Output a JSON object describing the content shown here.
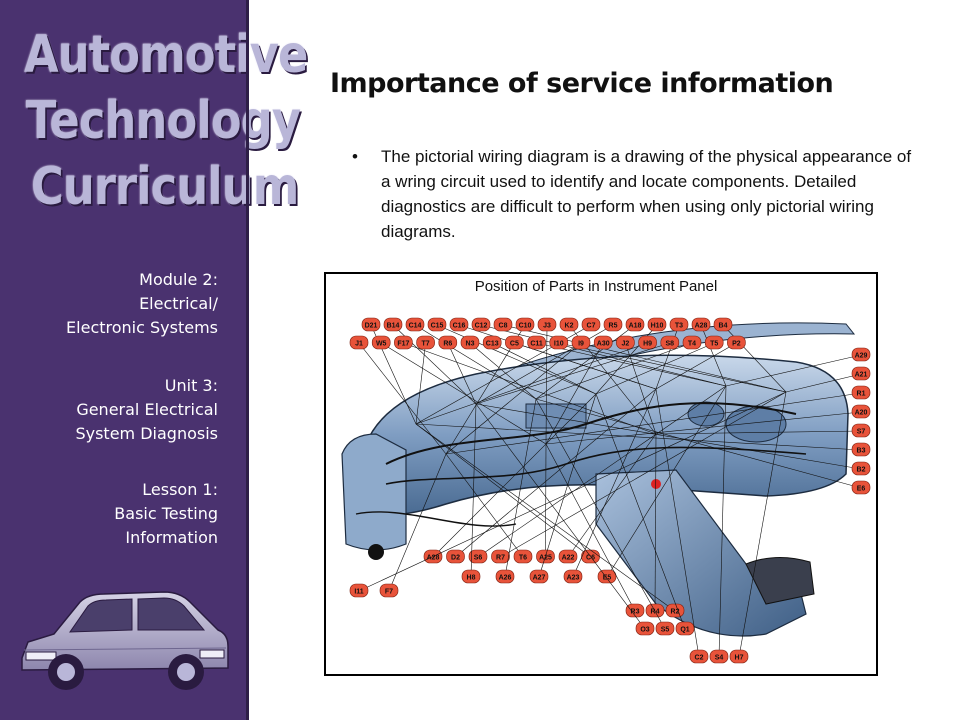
{
  "sidebar": {
    "brand_lines": [
      "Automotive",
      "Technology",
      "Curriculum"
    ],
    "module": {
      "label": "Module 2:",
      "lines": [
        "Electrical/",
        "Electronic Systems"
      ]
    },
    "unit": {
      "label": "Unit 3:",
      "lines": [
        "General Electrical",
        "System Diagnosis"
      ]
    },
    "lesson": {
      "label": "Lesson 1:",
      "lines": [
        "Basic Testing",
        "Information"
      ]
    }
  },
  "main": {
    "title": "Importance of service information",
    "bullet": "The pictorial wiring diagram is a drawing of the physical appearance of a wring circuit used to identify and locate components. Detailed diagnostics are difficult to perform when using only pictorial wiring diagrams.",
    "figure": {
      "title": "Position of Parts in Instrument Panel",
      "tag_color": "#e8533a",
      "top_row_1": [
        "D21",
        "B14",
        "C14",
        "C15",
        "C16",
        "C12",
        "C8",
        "C10",
        "J3",
        "K2",
        "C7",
        "R5",
        "A18",
        "H10",
        "T3",
        "A28",
        "B4"
      ],
      "top_row_2": [
        "J1",
        "W5",
        "F17",
        "T7",
        "R6",
        "N3",
        "C13",
        "C5",
        "C11",
        "I10",
        "I9",
        "A30",
        "J2",
        "H9",
        "S8",
        "T4",
        "T5",
        "P2"
      ],
      "right_column": [
        "A29",
        "A21",
        "R1",
        "A20",
        "S7",
        "B3",
        "B2",
        "E6"
      ],
      "bottom_row_1": [
        "A28",
        "D2",
        "S6",
        "R7",
        "T6",
        "A25",
        "A22",
        "C6"
      ],
      "bottom_row_2": [
        "H8",
        "A26",
        "A27",
        "A23",
        "E5"
      ],
      "bottom_left": [
        "I11",
        "F7"
      ],
      "bottom_lower_1": [
        "R3",
        "R4",
        "R2"
      ],
      "bottom_lower_2": [
        "O3",
        "S5",
        "Q1"
      ],
      "bottom_lower_3": [
        "C2",
        "S4",
        "H7"
      ]
    }
  }
}
